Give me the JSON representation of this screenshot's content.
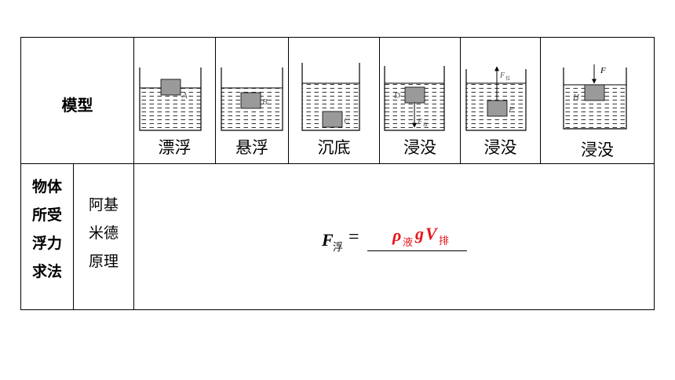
{
  "header": {
    "model_label": "模型",
    "states": [
      "漂浮",
      "悬浮",
      "沉底",
      "浸没",
      "浸没",
      "浸没"
    ]
  },
  "beakers": {
    "a": {
      "block": "A"
    },
    "b": {
      "block": "B"
    },
    "c": {
      "block": "C"
    },
    "d": {
      "block": "D",
      "force": "F",
      "force_sub": "拉"
    },
    "e": {
      "block": "E",
      "force": "F",
      "force_sub": "拉"
    },
    "h": {
      "block": "H",
      "force": "F"
    }
  },
  "row2": {
    "category": [
      "物体",
      "所受",
      "浮力",
      "求法"
    ],
    "method": [
      "阿基",
      "米德",
      "原理"
    ]
  },
  "formula": {
    "lhs_symbol": "F",
    "lhs_sub": "浮",
    "equals": "=",
    "rho": "ρ",
    "rho_sub": "液",
    "g": "g",
    "v": "V",
    "v_sub": "排",
    "answer_color": "#e8141c"
  }
}
